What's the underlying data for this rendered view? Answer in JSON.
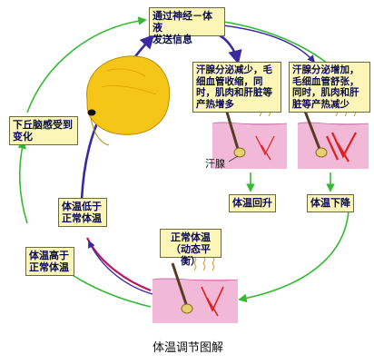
{
  "boxes": {
    "nerve_body_fluid": "通过神经－体液\n发送信息",
    "sweat_decrease": "汗腺分泌减少，毛细血管收缩，同时，肌肉和肝脏等产热增多",
    "sweat_increase": "汗腺分泌增加，毛细血管舒张，同时，肌肉和肝脏等产热减少",
    "hypothalamus": "下丘脑感受到\n变化",
    "temp_rise": "体温回升",
    "temp_fall": "体温下降",
    "below_normal": "体温低于\n正常体温",
    "above_normal": "体温高于\n正常体温",
    "normal_temp": "正常体温\n（动态平衡）"
  },
  "labels": {
    "sweat_gland": "汗腺"
  },
  "caption": "体温调节图解",
  "colors": {
    "cycle_arrow": "#33bb33",
    "signal_arrow": "#3a2aa0",
    "signal_arrow_red": "#c0145a",
    "box_fill": "#fbf6b8",
    "skin_pink": "#f2b8d8",
    "brain_yellow": "#f5c518",
    "vessel_red": "#e02020"
  }
}
